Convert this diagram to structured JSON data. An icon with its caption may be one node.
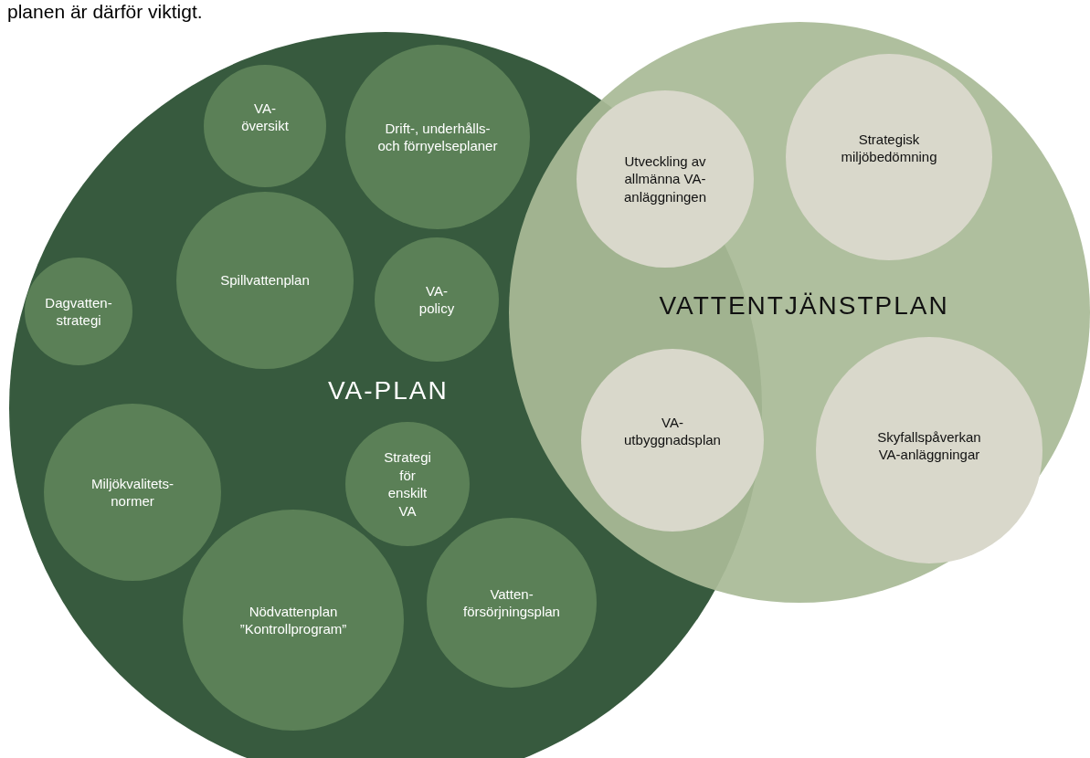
{
  "diagram": {
    "nodes": [
      {
        "text": [
          "VA-PLAN"
        ]
      },
      {
        "text": [
          "VATTENTJÄNSTPLAN"
        ]
      },
      {
        "text": [
          "VA-översikt"
        ],
        "in": 0
      },
      {
        "text": [
          "Drift-, underhålls- och förnyelseplaner"
        ],
        "in": 0
      },
      {
        "text": [
          "Spillvattenplan"
        ],
        "in": 0
      },
      {
        "text": [
          "VA-policy"
        ],
        "in": 0
      },
      {
        "text": [
          "Dagvatten-strategi"
        ],
        "in": 0
      },
      {
        "text": [
          "Miljökvalitets-normer"
        ],
        "in": 0
      },
      {
        "text": [
          "Strategi för enskilt VA"
        ],
        "in": 0
      },
      {
        "text": [
          "Nödvattenplan ”Kontrollprogram”"
        ],
        "in": 0
      },
      {
        "text": [
          "Vatten-försörjningsplan"
        ],
        "in": 0
      },
      {
        "text": [
          "Utveckling av allmänna VA-anläggningen"
        ]
      },
      {
        "text": [
          "Strategisk miljöbedömning"
        ],
        "in": 1
      },
      {
        "text": [
          "VA-utbyggnadsplan"
        ]
      },
      {
        "text": [
          "Skyfallspåverkan VA-anläggningar"
        ],
        "in": 1
      }
    ],
    "labels": [
      "planen är därför viktigt."
    ]
  }
}
